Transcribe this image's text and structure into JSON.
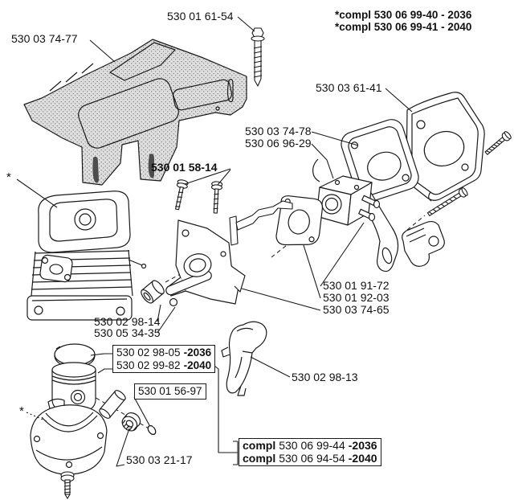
{
  "note_top": {
    "line1": "*compl 530 06 99-40 - 2036",
    "line2": "*compl 530 06 99-41 - 2040"
  },
  "callouts": {
    "cylinder_cover": "530 03 74-77",
    "cover_bolt": "530 01 61-54",
    "air_filter_cover": "530 03 61-41",
    "filter_base_plate": "530 03 74-78",
    "carburetor": "530 06 96-29",
    "mounting_screws": "530 01 58-14",
    "carb_screw": "530 01 91-72",
    "carb_gasket": "530 01 92-03",
    "shield_plate": "530 03 74-65",
    "inlet_bushing": "530 02 98-14",
    "ball": "530 05 34-35",
    "air_deflector": "530 02 98-13",
    "needle_bearing": "530 03 21-17",
    "asterisk": "*"
  },
  "piston_box": {
    "row1": {
      "number": "530 02 98-05",
      "variant": "-2036"
    },
    "row2": {
      "number": "530 02 99-82",
      "variant": "-2040"
    }
  },
  "pin_box": {
    "number": "530 01 56-97"
  },
  "note_bottom": {
    "row1": {
      "prefix": "compl",
      "number": "530 06 99-44",
      "variant": "-2036"
    },
    "row2": {
      "prefix": "compl",
      "number": "530 06 94-54",
      "variant": "-2040"
    }
  }
}
